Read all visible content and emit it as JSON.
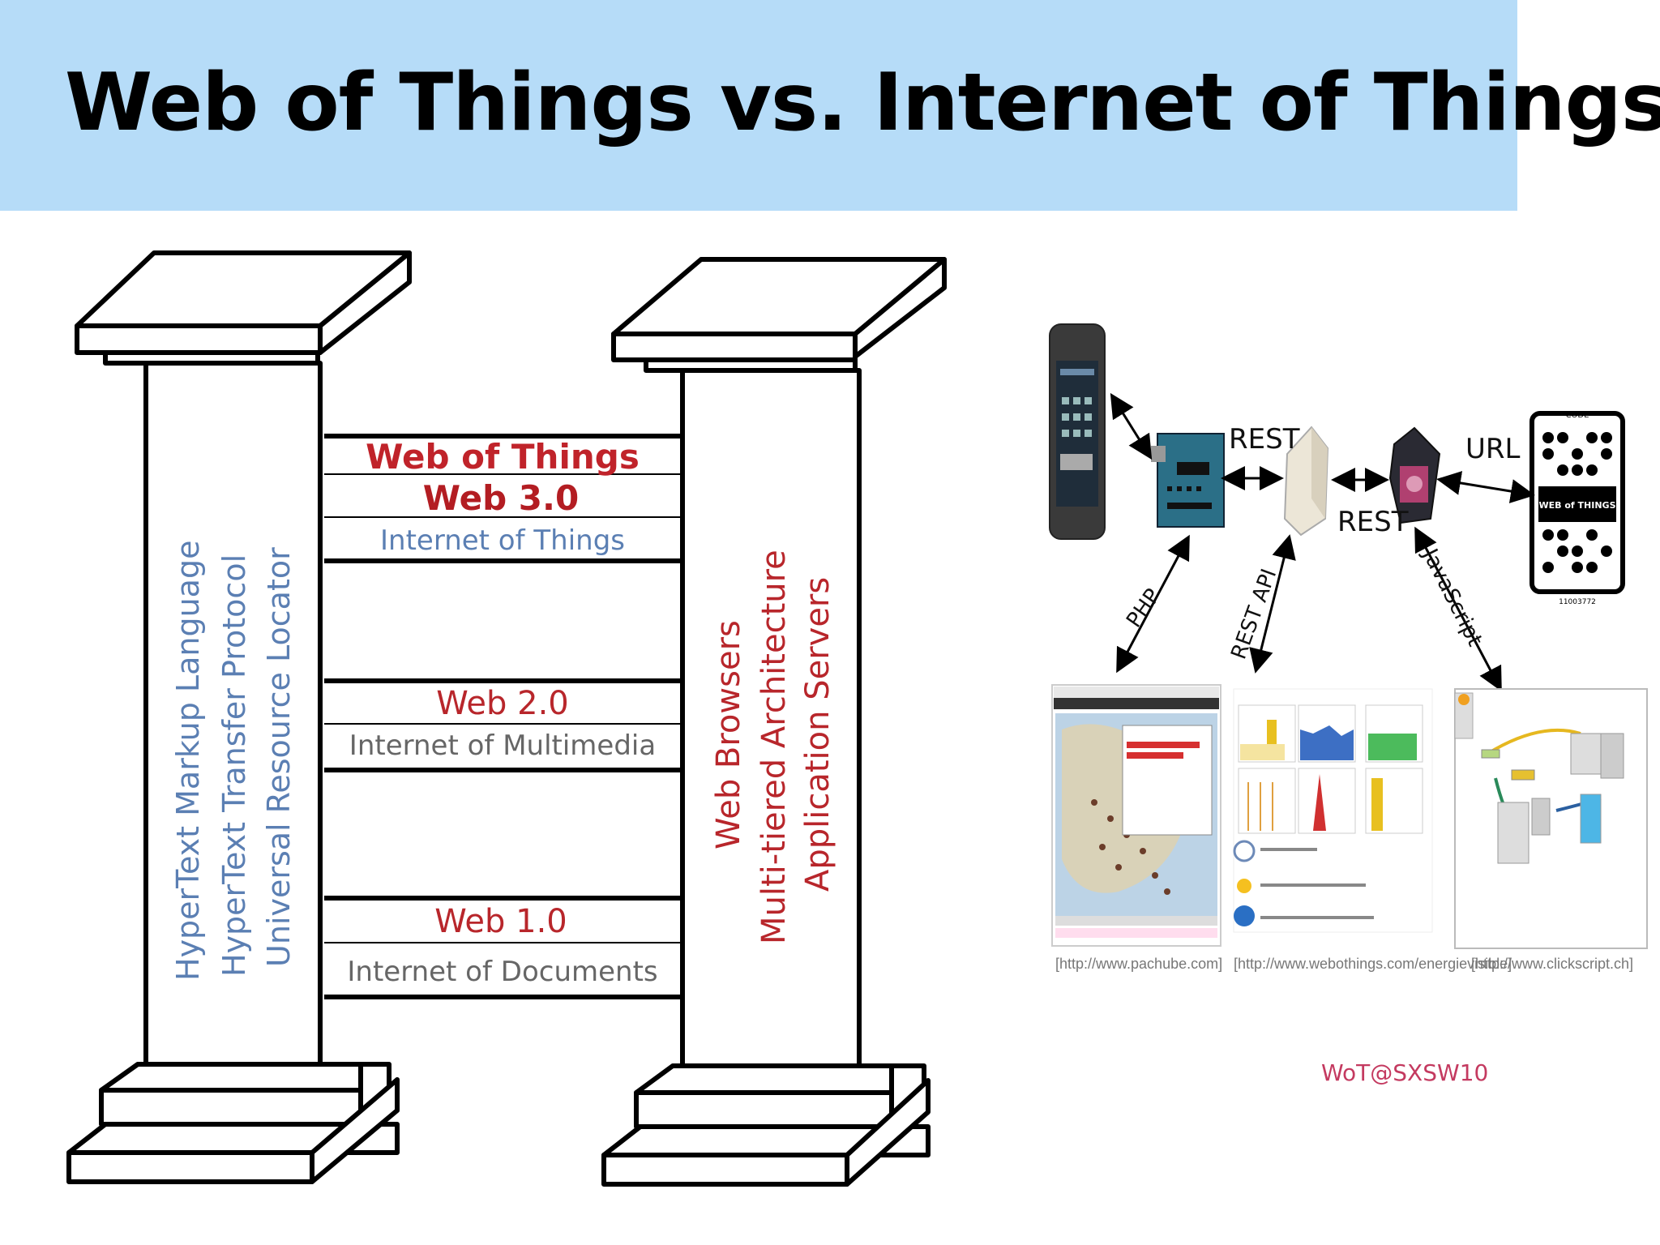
{
  "slide": {
    "title": "Web of Things vs. Internet of Things"
  },
  "left_diagram": {
    "left_pillar_lines": [
      "HyperText Markup Language",
      "HyperText Transfer Protocol",
      "Universal Resource Locator"
    ],
    "right_pillar_lines": [
      "Web Browsers",
      "Multi-tiered Architecture",
      "Application Servers"
    ],
    "beams": {
      "top": [
        "Web of Things",
        "Web 3.0",
        "Internet of Things"
      ],
      "middle": [
        "Web 2.0",
        "Internet of Multimedia"
      ],
      "bottom": [
        "Web 1.0",
        "Internet of Documents"
      ]
    },
    "colors": {
      "red": "#b8262b",
      "blue": "#5b7fb3",
      "gray": "#666666"
    }
  },
  "right_diagram": {
    "links": {
      "rest_1": "REST",
      "rest_2": "REST",
      "url": "URL",
      "php": "PHP",
      "rest_api": "REST API",
      "javascript": "JavaScript"
    },
    "qr_code": {
      "top_text": "CODE",
      "center_text": "WEB of THINGS",
      "bottom_text": "11003772"
    },
    "screenshots": [
      {
        "caption": "[http://www.pachube.com]"
      },
      {
        "caption": "[http://www.webothings.com/energievisible]"
      },
      {
        "caption": "[http://www.clickscript.ch]"
      }
    ],
    "credit": "WoT@SXSW10"
  }
}
